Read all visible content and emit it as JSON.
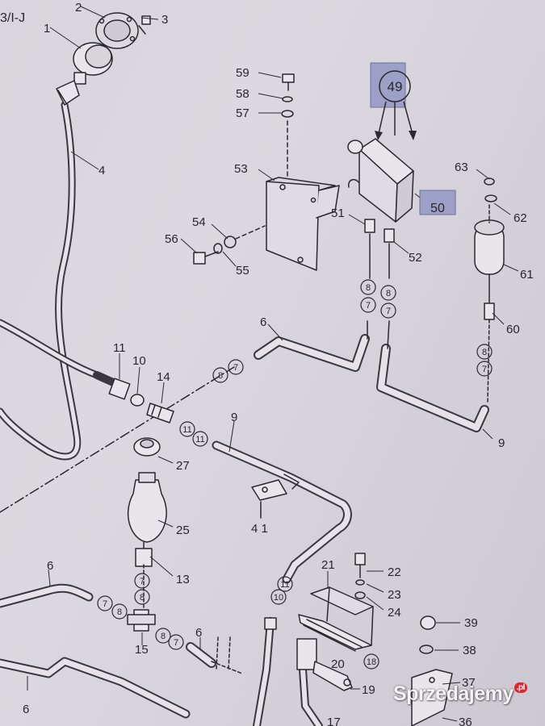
{
  "header_code": "3/I-J",
  "part_labels": {
    "p1": "1",
    "p2": "2",
    "p3": "3",
    "p4": "4",
    "p6a": "6",
    "p6b": "6",
    "p6c": "6",
    "p6d": "6",
    "p9a": "9",
    "p9b": "9",
    "p10": "10",
    "p11": "11",
    "p13": "13",
    "p14": "14",
    "p15": "15",
    "p17": "17",
    "p19": "19",
    "p20": "20",
    "p21": "21",
    "p22": "22",
    "p23": "23",
    "p24": "24",
    "p25": "25",
    "p27": "27",
    "p36": "36",
    "p37": "37",
    "p38": "38",
    "p39": "39",
    "p41": "4 1",
    "p51": "51",
    "p52": "52",
    "p53": "53",
    "p54": "54",
    "p55": "55",
    "p56": "56",
    "p57": "57",
    "p58": "58",
    "p59": "59",
    "p60": "60",
    "p61": "61",
    "p62": "62",
    "p63": "63"
  },
  "circled_labels": {
    "c8a": "8",
    "c7a": "7",
    "c8b": "8",
    "c7b": "7",
    "c8c": "8",
    "c7c": "7",
    "c8d": "8",
    "c7d": "7",
    "c11a": "11",
    "c11b": "11",
    "c10b": "10",
    "c7e": "7",
    "c8e": "8",
    "c7f": "7",
    "c8f": "8",
    "c8g": "8",
    "c7g": "7",
    "c18": "18"
  },
  "highlight_callouts": {
    "h49": "49",
    "h50": "50"
  },
  "watermark": {
    "text": "Sprzedajemy",
    "badge": ".pl"
  },
  "colors": {
    "highlight_fill": "#9c9fc6",
    "line": "#2b282e",
    "background": "#d9d5dc"
  }
}
